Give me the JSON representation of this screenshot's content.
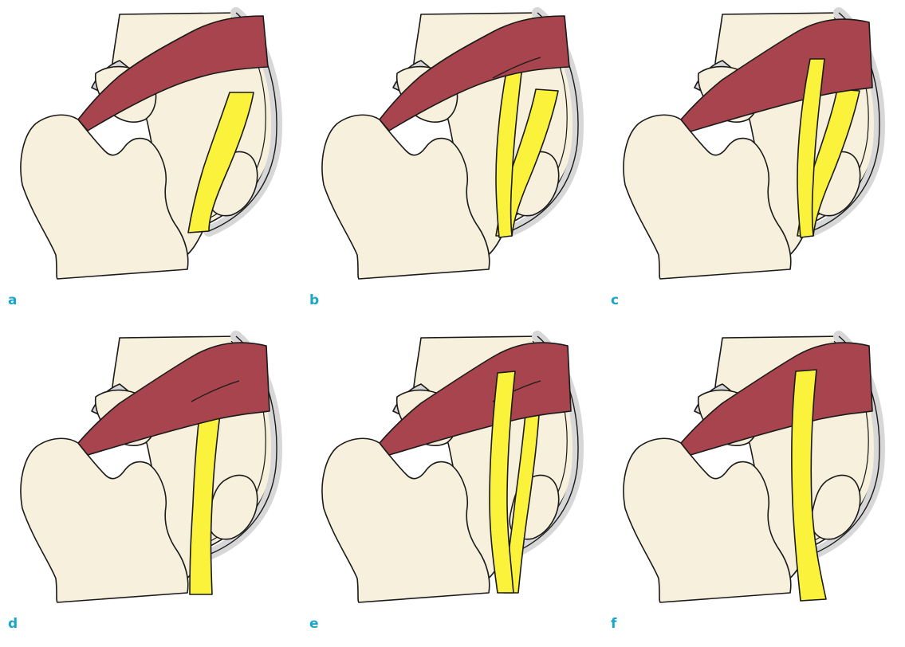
{
  "colors": {
    "bone": "#f6f0dc",
    "cartilage": "#d7d7d7",
    "muscle": "#a7444d",
    "nerve": "#fbf23c",
    "outline": "#1a1a1a",
    "label": "#1aa6c9"
  },
  "panels": [
    {
      "label": "a",
      "variant": "nerve below muscle"
    },
    {
      "label": "b",
      "variant": "nerve divided, one division through muscle"
    },
    {
      "label": "c",
      "variant": "nerve divided, one division over muscle"
    },
    {
      "label": "d",
      "variant": "undivided nerve through muscle"
    },
    {
      "label": "e",
      "variant": "nerve divided, divisions over and through muscle"
    },
    {
      "label": "f",
      "variant": "undivided nerve over muscle"
    }
  ]
}
